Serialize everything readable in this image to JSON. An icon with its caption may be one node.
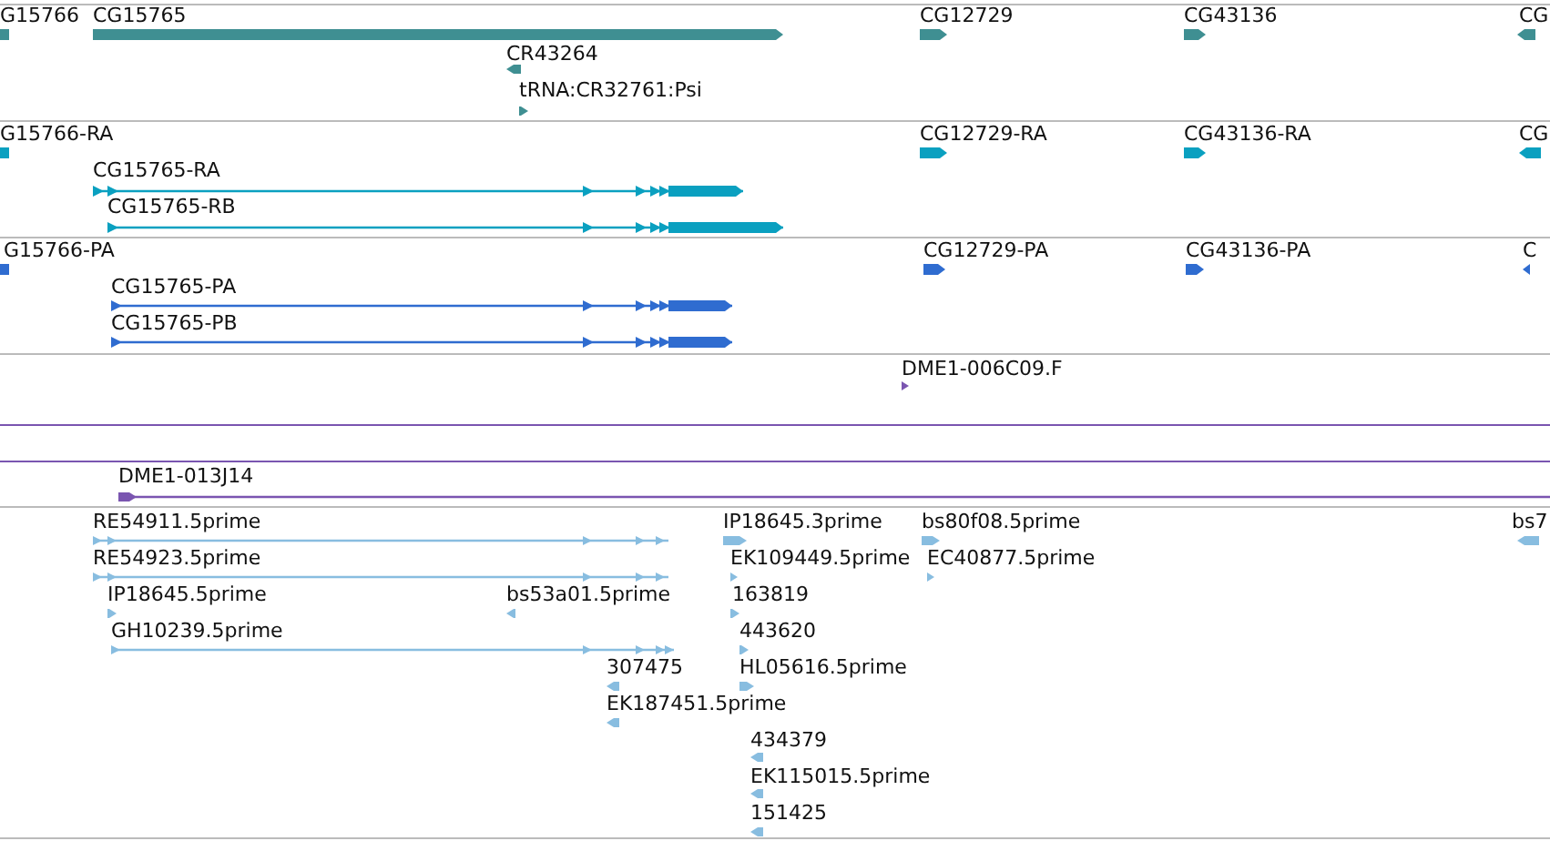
{
  "diagram": {
    "labels": [
      "G15766",
      "CG15765",
      "CG12729",
      "CG43136",
      "CG",
      "CR43264",
      "tRNA:CR32761:Psi",
      "G15766-RA",
      "CG12729-RA",
      "CG43136-RA",
      "CG",
      "CG15765-RA",
      "CG15765-RB",
      "G15766-PA",
      "CG12729-PA",
      "CG43136-PA",
      "C",
      "CG15765-PA",
      "CG15765-PB",
      "DME1-006C09.F",
      "DME1-013J14",
      "RE54911.5prime",
      "IP18645.3prime",
      "bs80f08.5prime",
      "bs7",
      "RE54923.5prime",
      "EK109449.5prime",
      "EC40877.5prime",
      "IP18645.5prime",
      "bs53a01.5prime",
      "163819",
      "GH10239.5prime",
      "443620",
      "307475",
      "HL05616.5prime",
      "EK187451.5prime",
      "434379",
      "EK115015.5prime",
      "151425"
    ]
  }
}
